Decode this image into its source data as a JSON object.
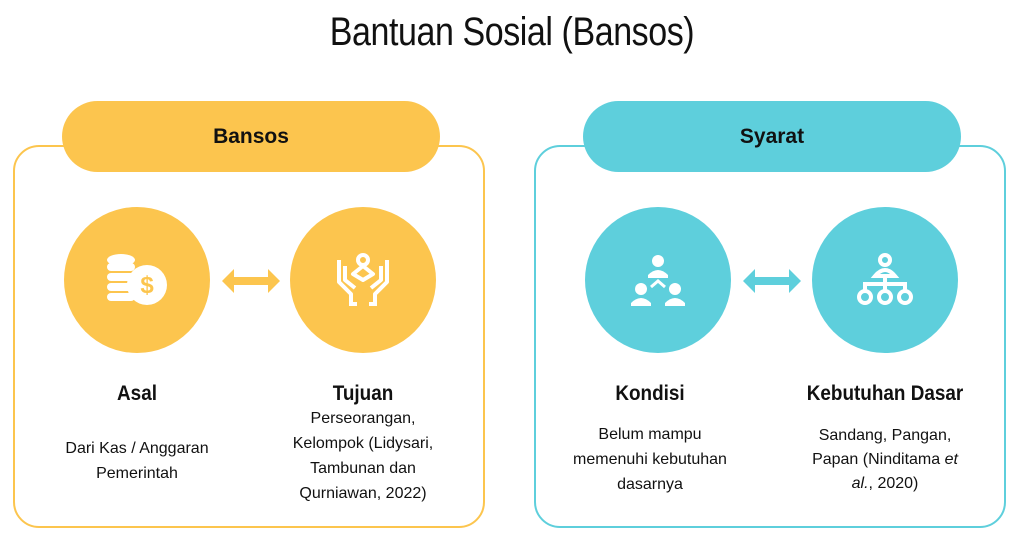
{
  "title": "Bantuan Sosial (Bansos)",
  "colors": {
    "yellow": "#fcc54e",
    "teal": "#5ecfdc"
  },
  "left": {
    "label": "Bansos",
    "items": [
      {
        "heading": "Asal",
        "text": "Dari Kas / Anggaran Pemerintah",
        "icon": "coins-dollar-icon"
      },
      {
        "heading": "Tujuan",
        "text": "Perseorangan, Kelompok (Lidysari, Tambunan dan Qurniawan, 2022)",
        "icon": "hands-person-icon"
      }
    ]
  },
  "right": {
    "label": "Syarat",
    "items": [
      {
        "heading": "Kondisi",
        "text": "Belum mampu memenuhi kebutuhan dasarnya",
        "icon": "group-people-icon"
      },
      {
        "heading": "Kebutuhan Dasar",
        "text_before": "Sandang, Pangan, Papan (Ninditama ",
        "text_italic": "et al.",
        "text_after": ", 2020)",
        "icon": "hierarchy-person-icon"
      }
    ]
  }
}
